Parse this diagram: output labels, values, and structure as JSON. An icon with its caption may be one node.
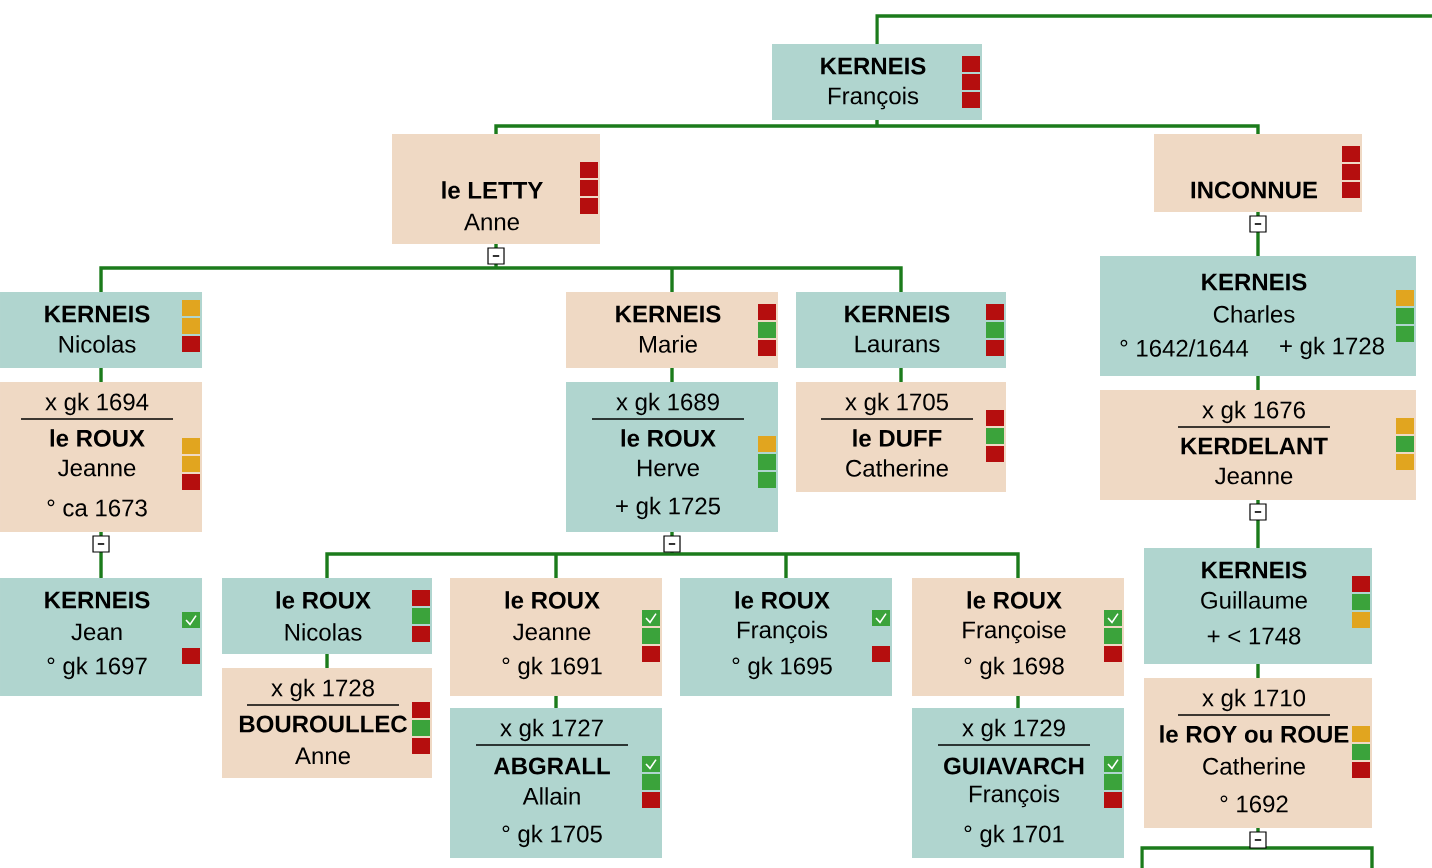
{
  "diagram": {
    "nodes": [
      {
        "text": [
          "KERNEIS",
          "François"
        ]
      },
      {
        "text": [
          "le LETTY",
          "Anne"
        ]
      },
      {
        "text": [
          "INCONNUE"
        ]
      },
      {
        "text": [
          "KERNEIS",
          "Nicolas"
        ]
      },
      {
        "text": [
          "x gk 1694",
          "le ROUX",
          "Jeanne",
          "° ca 1673"
        ]
      },
      {
        "text": [
          "KERNEIS",
          "Marie"
        ]
      },
      {
        "text": [
          "x gk 1689",
          "le ROUX",
          "Herve",
          "+ gk 1725"
        ]
      },
      {
        "text": [
          "KERNEIS",
          "Laurans"
        ]
      },
      {
        "text": [
          "x gk 1705",
          "le DUFF",
          "Catherine"
        ]
      },
      {
        "text": [
          "KERNEIS",
          "Charles",
          "° 1642/1644",
          "+ gk 1728"
        ]
      },
      {
        "text": [
          "x gk 1676",
          "KERDELANT",
          "Jeanne"
        ]
      },
      {
        "text": [
          "KERNEIS",
          "Jean",
          "° gk 1697"
        ]
      },
      {
        "text": [
          "le ROUX",
          "Nicolas"
        ]
      },
      {
        "text": [
          "x gk 1728",
          "BOUROULLEC",
          "Anne"
        ]
      },
      {
        "text": [
          "le ROUX",
          "Jeanne",
          "° gk 1691"
        ]
      },
      {
        "text": [
          "x gk 1727",
          "ABGRALL",
          "Allain",
          "° gk 1705"
        ]
      },
      {
        "text": [
          "le ROUX",
          "François",
          "° gk 1695"
        ]
      },
      {
        "text": [
          "le ROUX",
          "Françoise",
          "° gk 1698"
        ]
      },
      {
        "text": [
          "x gk 1729",
          "GUIAVARCH",
          "François",
          "° gk 1701"
        ]
      },
      {
        "text": [
          "KERNEIS",
          "Guillaume",
          "+ < 1748"
        ]
      },
      {
        "text": [
          "x gk 1710",
          "le ROY ou ROUE",
          "Catherine",
          "° 1692"
        ]
      }
    ],
    "edges": [
      {
        "from": null,
        "to": 0,
        "arrow": "none"
      },
      {
        "from": 0,
        "to": 1,
        "arrow": "none"
      },
      {
        "from": 0,
        "to": 2,
        "arrow": "none"
      },
      {
        "from": 1,
        "to": 3,
        "arrow": "none"
      },
      {
        "from": 1,
        "to": 5,
        "arrow": "none"
      },
      {
        "from": 1,
        "to": 7,
        "arrow": "none"
      },
      {
        "from": 2,
        "to": 9,
        "arrow": "none"
      },
      {
        "from": 3,
        "to": 4,
        "arrow": "none"
      },
      {
        "from": 5,
        "to": 6,
        "arrow": "none"
      },
      {
        "from": 7,
        "to": 8,
        "arrow": "none"
      },
      {
        "from": 9,
        "to": 10,
        "arrow": "none"
      },
      {
        "from": 4,
        "to": 11,
        "arrow": "none"
      },
      {
        "from": 6,
        "to": 12,
        "arrow": "none"
      },
      {
        "from": 6,
        "to": 14,
        "arrow": "none"
      },
      {
        "from": 6,
        "to": 16,
        "arrow": "none"
      },
      {
        "from": 6,
        "to": 17,
        "arrow": "none"
      },
      {
        "from": 10,
        "to": 19,
        "arrow": "none"
      },
      {
        "from": 12,
        "to": 13,
        "arrow": "none"
      },
      {
        "from": 14,
        "to": 15,
        "arrow": "none"
      },
      {
        "from": 17,
        "to": 18,
        "arrow": "none"
      },
      {
        "from": 19,
        "to": 20,
        "arrow": "none"
      },
      {
        "from": 20,
        "to": null,
        "arrow": "none"
      }
    ]
  }
}
